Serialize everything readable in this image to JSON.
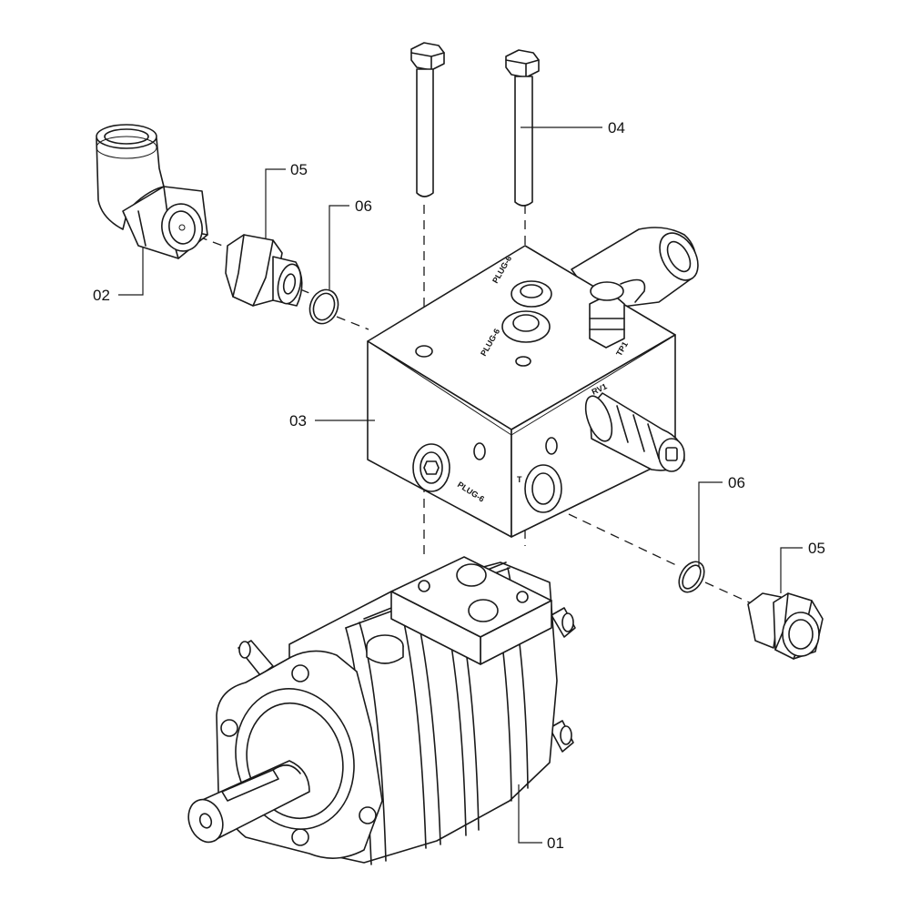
{
  "callouts": {
    "p01": "01",
    "p02": "02",
    "p03": "03",
    "p04": "04",
    "p05_top": "05",
    "p06_top": "06",
    "p06_right": "06",
    "p05_right": "05"
  },
  "port_marks": {
    "plug_top_rear": "PLUG-6",
    "plug_top_front": "PLUG-6",
    "tp1": "TP1",
    "rv1": "RV1",
    "plug_front": "PLUG-6",
    "t": "T"
  }
}
